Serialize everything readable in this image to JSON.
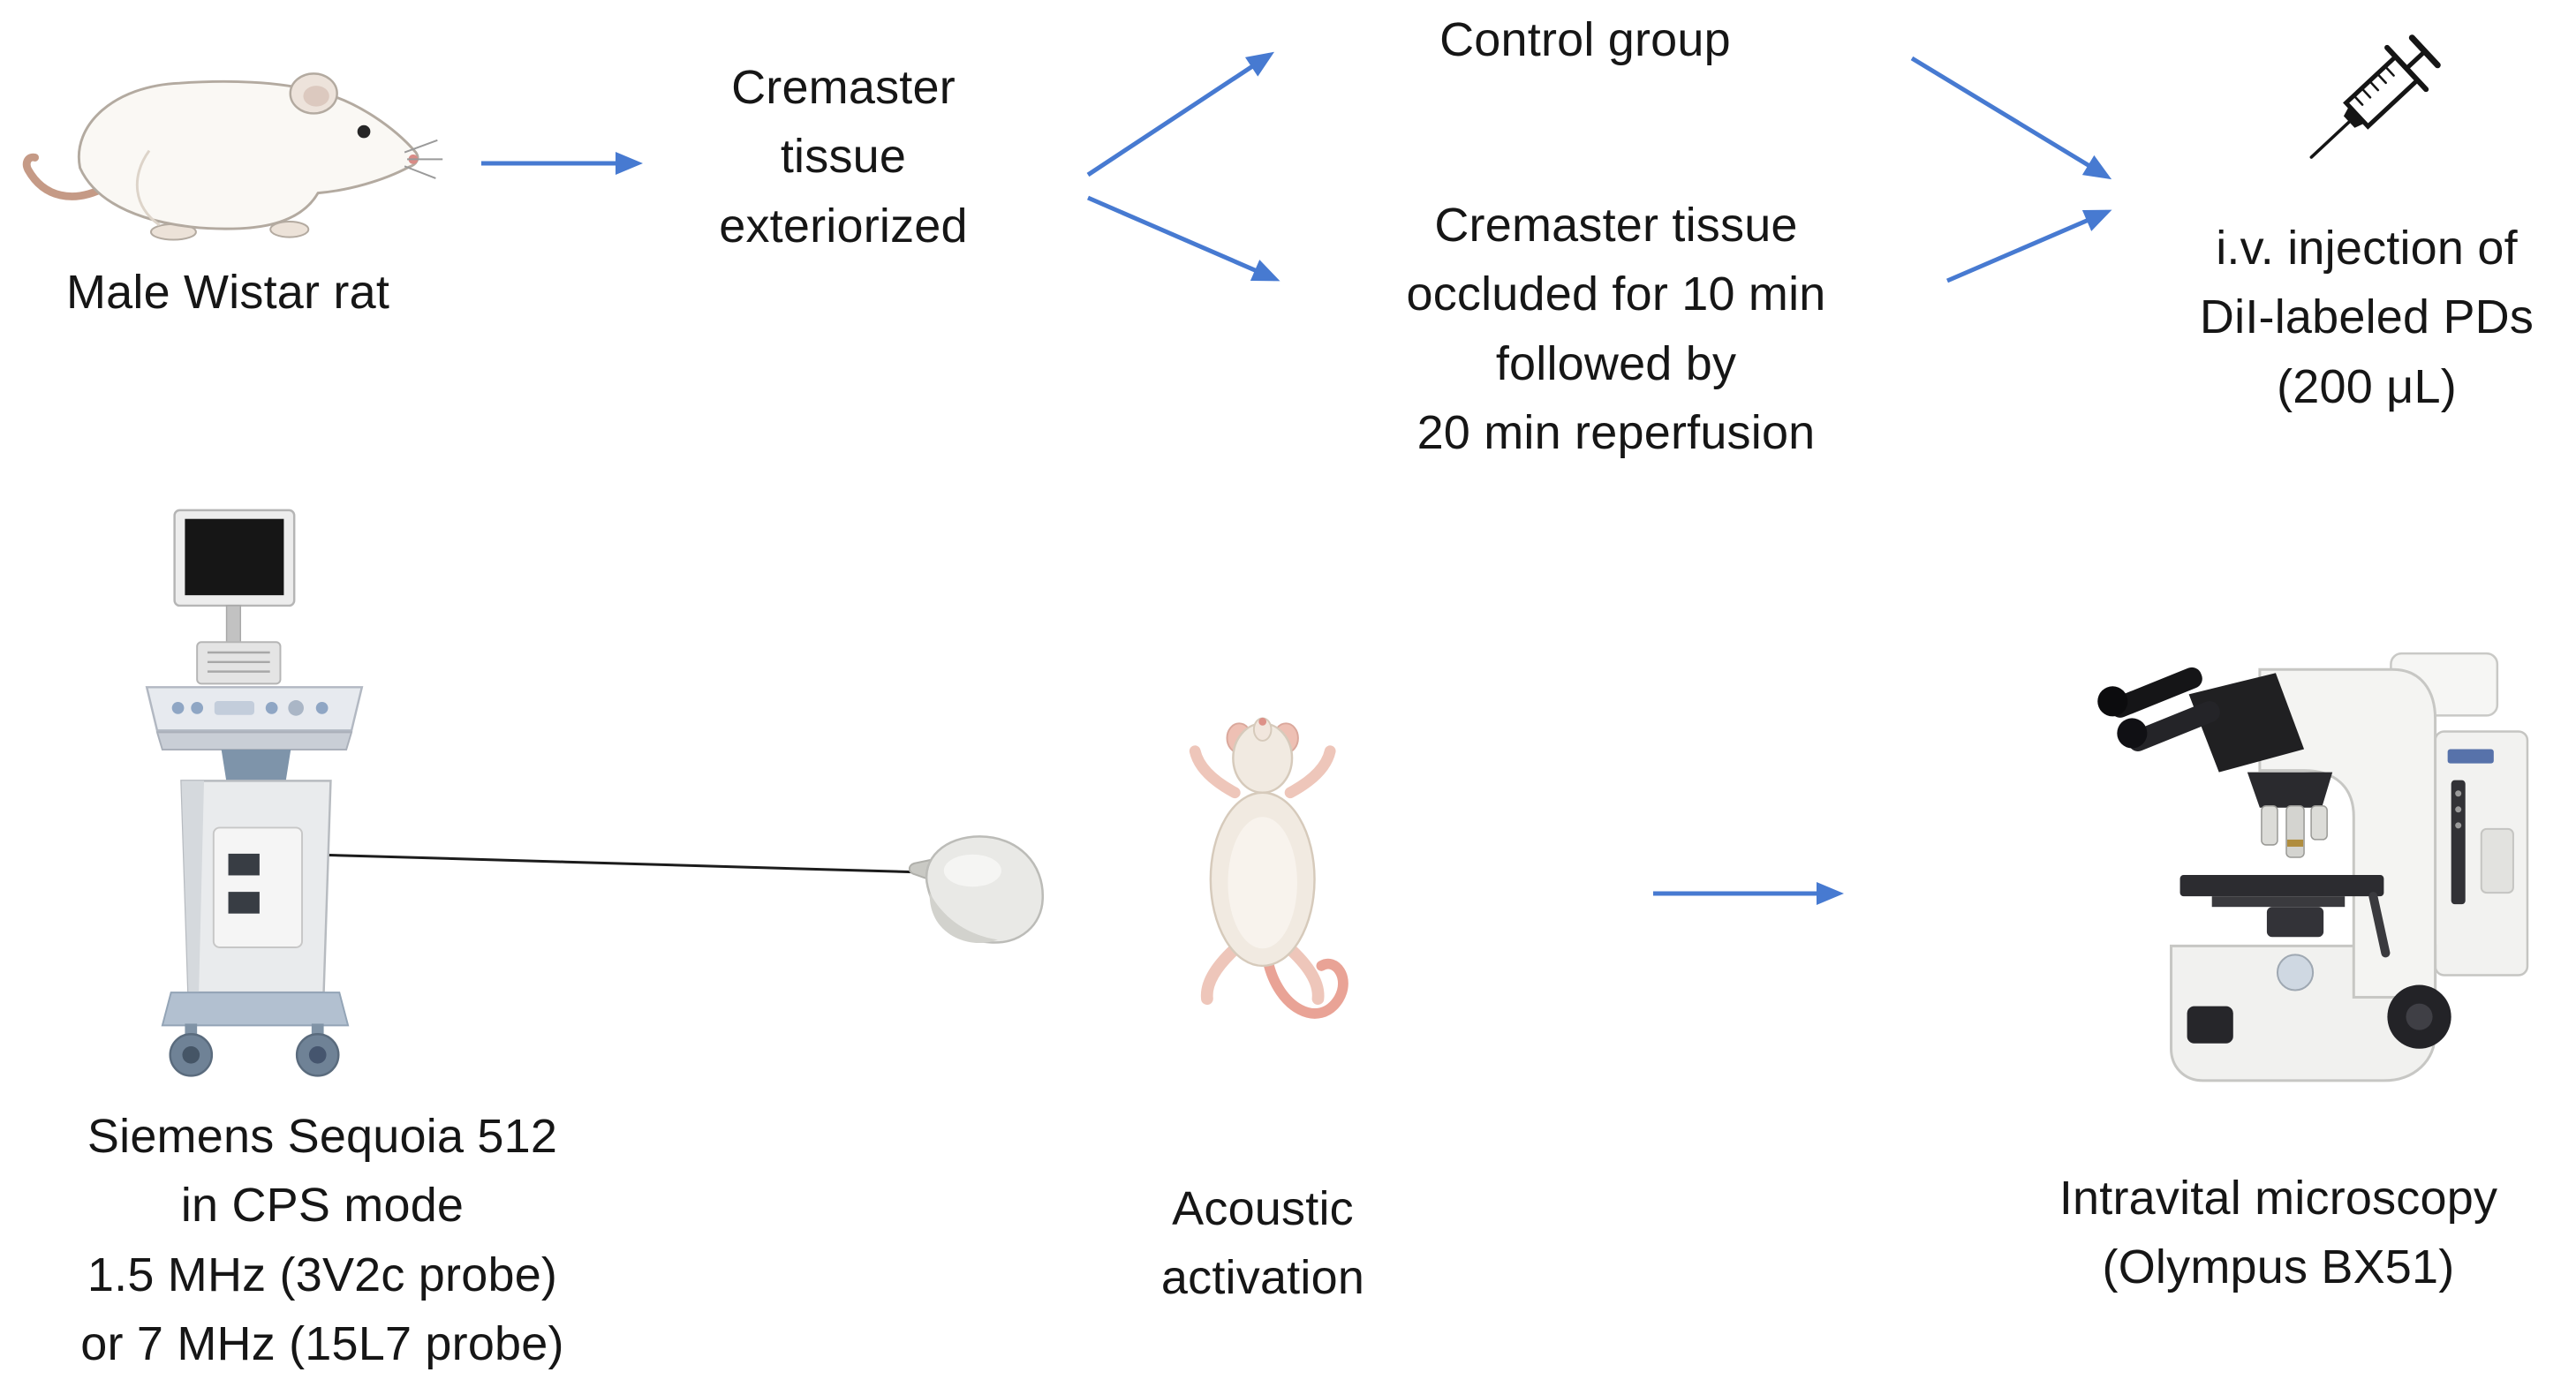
{
  "labels": {
    "rat": "Male Wistar rat",
    "exteriorized": "Cremaster\ntissue\nexteriorized",
    "control_group": "Control group",
    "occlusion": "Cremaster tissue\noccluded for 10 min\nfollowed by\n20 min reperfusion",
    "injection": "i.v. injection of\nDiI-labeled PDs\n(200 μL)",
    "ultrasound": "Siemens Sequoia 512\nin CPS mode\n1.5 MHz (3V2c probe)\nor 7 MHz (15L7 probe)",
    "activation": "Acoustic\nactivation",
    "microscopy": "Intravital microscopy\n(Olympus BX51)"
  },
  "icons": {
    "rat_side": "male-wistar-rat-illustration",
    "syringe": "syringe-icon",
    "ultrasound_machine": "ultrasound-scanner-illustration",
    "probe": "ultrasound-probe-illustration",
    "rat_supine": "supine-rat-illustration",
    "microscope": "microscope-illustration"
  },
  "colors": {
    "arrow_blue": "#477ad1",
    "cable_black": "#1c1c1c",
    "text": "#161616",
    "background": "#ffffff"
  }
}
